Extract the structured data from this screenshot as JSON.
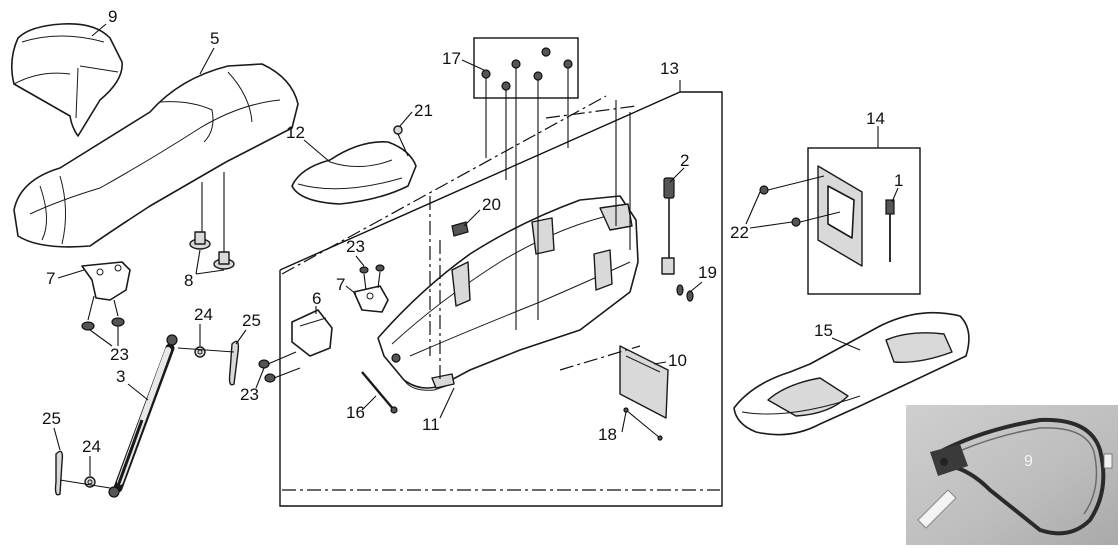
{
  "diagram": {
    "callouts": {
      "c1": "1",
      "c2": "2",
      "c3": "3",
      "c5": "5",
      "c6": "6",
      "c7a": "7",
      "c7b": "7",
      "c8": "8",
      "c9": "9",
      "c10": "10",
      "c11": "11",
      "c12": "12",
      "c13": "13",
      "c14": "14",
      "c15": "15",
      "c16": "16",
      "c17": "17",
      "c18": "18",
      "c19": "19",
      "c20": "20",
      "c21": "21",
      "c22": "22",
      "c23a": "23",
      "c23b": "23",
      "c23c": "23",
      "c24a": "24",
      "c24b": "24",
      "c25a": "25",
      "c25b": "25"
    },
    "inset": {
      "mark": "9"
    }
  }
}
